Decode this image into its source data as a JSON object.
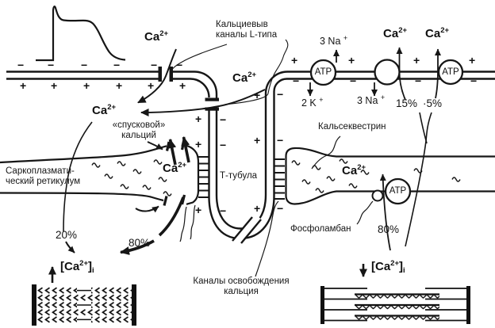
{
  "colors": {
    "ink": "#161616",
    "bg": "#ffffff"
  },
  "ions": {
    "ca": "Ca",
    "ca_sup": "2+",
    "na3": "3 Na",
    "na_sup": "+",
    "k2": "2 K",
    "k_sup": "+",
    "atp": "АТР"
  },
  "signs": {
    "plus": "+",
    "minus": "−"
  },
  "labels": {
    "l_channels_1": "Кальциевыв",
    "l_channels_2": "каналы L-типа",
    "trigger_1": "«спусковой»",
    "trigger_2": "кальций",
    "sr_1": "Саркоплазмати-",
    "sr_2": "ческий ретикулум",
    "t_tubule": "Т-тубула",
    "calsequestrin": "Кальсеквестрин",
    "phospholamban": "Фосфоламбан",
    "release_1": "Каналы освобождения",
    "release_2": "кальция",
    "pct_20": "20%",
    "pct_80_left": "80%",
    "pct_80_right": "80%",
    "pct_15": "15%",
    "pct_5": "·5%",
    "conc_open": "[Ca",
    "conc_sup": "2+",
    "conc_close": "]",
    "conc_sub": "i"
  }
}
